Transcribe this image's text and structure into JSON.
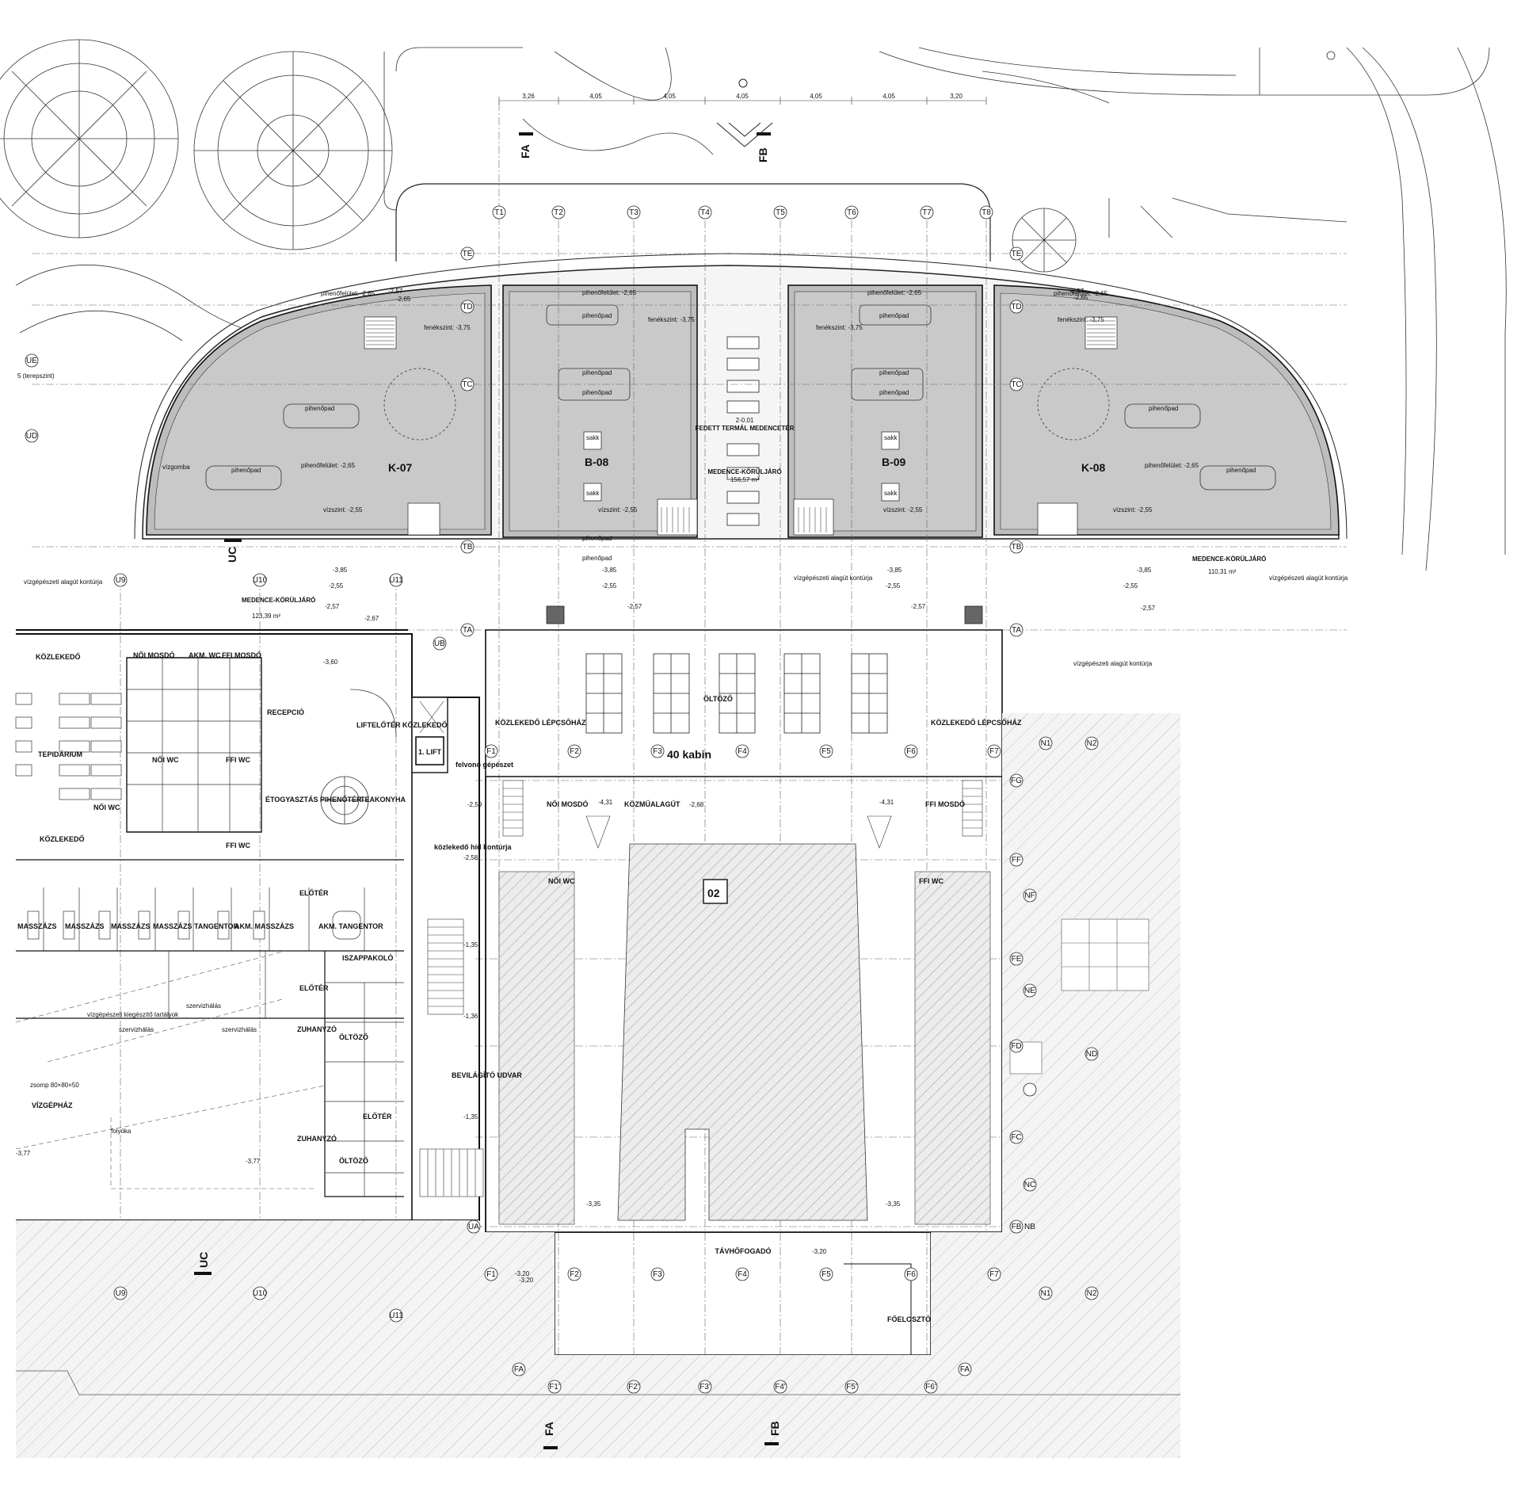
{
  "grid_top": [
    "T1",
    "T2",
    "T3",
    "T4",
    "T5",
    "T6",
    "T7",
    "T8"
  ],
  "grid_columns_f": [
    "F1",
    "F2",
    "F3",
    "F4",
    "F5",
    "F6",
    "F7"
  ],
  "grid_columns_f_prime": [
    "F1'",
    "F2'",
    "F3'",
    "F4'",
    "F5'",
    "F6'"
  ],
  "grid_columns_u": [
    "U9",
    "U10",
    "U11"
  ],
  "grid_rows_t": [
    "TE",
    "TD",
    "TC",
    "TB",
    "TA"
  ],
  "grid_rows_f": [
    "FG",
    "FF",
    "FE",
    "FD",
    "FC",
    "FB",
    "FA"
  ],
  "grid_rows_n": [
    "NE",
    "ND",
    "NC",
    "NB",
    "N1",
    "N2",
    "NF"
  ],
  "grid_rows_u": [
    "UB",
    "UA",
    "UC",
    "UE",
    "UD"
  ],
  "sections": {
    "fa": "FA",
    "fb": "FB",
    "uc": "UC"
  },
  "top_dims": [
    "3,26",
    "4,05",
    "4,05",
    "4,05",
    "4,05",
    "4,05",
    "3,20"
  ],
  "pools": {
    "k07": "K-07",
    "b08": "B-08",
    "b09": "B-09",
    "k08": "K-08",
    "pihenopad": "pihenőpad",
    "pihenofelulet": "pihenőfelület: -2,65",
    "fenekszint": "fenékszint: -3,75",
    "vizszint": "vízszint: -2,55",
    "sakk": "sakk",
    "vizgomba": "vízgomba"
  },
  "labels": {
    "covered": "FEDETT TERMÁL MEDENCETÉR",
    "covered_code": "2-0.01",
    "medence_korul": "MEDENCE-KÖRÜLJÁRÓ",
    "medence_korul_area1": "123,39 m²",
    "medence_korul_area2": "110,31 m²",
    "medence_korul_area3": "156,57 m²",
    "vizgepeszeti": "vízgépészeti alagút kontúrja",
    "lift": "1. LIFT",
    "kabin": "40 kabin",
    "room02": "02",
    "felvono": "felvonó gépészet",
    "kozlekedo_hid": "közlekedő híd kontúrja",
    "kozlekedo": "KÖZLEKEDŐ",
    "tepidarium": "TEPIDÁRIUM",
    "recepcio": "RECEPCIÓ",
    "etkezes": "ÉTOGYASZTÁS PIHENŐTÉR",
    "teakonyha": "TEAKONYHA",
    "lifteloter": "LIFTELŐTÉR KÖZLEKEDŐ",
    "noi_mosdo": "NŐI MOSDÓ",
    "ffi_mosdo": "FFI MOSDÓ",
    "noi_wc": "NŐI WC",
    "ffi_wc": "FFI WC",
    "akm_wc": "AKM. WC",
    "masszazs": "MASSZÁZS",
    "tangentor": "TANGENTOR",
    "akm_masszazs": "AKM. MASSZÁZS",
    "akm_tangentor": "AKM. TANGENTOR",
    "iszappakolo": "ISZAPPAKOLÓ",
    "eloter": "ELŐTÉR",
    "oltozo": "ÖLTÖZŐ",
    "zuhanyzo": "ZUHANYZÓ",
    "vizgephaz": "VÍZGÉPHÁZ",
    "zsomp": "zsomp 80×80×50",
    "folyoka": "folyóka",
    "vizgepeszeti_kiegeszito": "vízgépészeti kiegészítő tartályok",
    "szervizhalo": "szervizhálás",
    "bevilagito": "BEVILÁGÍTÓ UDVAR",
    "kozlekedo_lepcso": "KÖZLEKEDŐ LÉPCSŐHÁZ",
    "kozmualagut": "KÖZMŰALAGÚT",
    "tavhofogado": "TÁVHŐFOGADÓ",
    "foeloszto": "FŐELOSZTÓ",
    "oltozo_main": "ÖLTÖZŐ"
  },
  "levels": [
    "-2,57",
    "-2,65",
    "-3,60",
    "-3,85",
    "-2,55",
    "-2,67",
    "-2,59",
    "-4,31",
    "-2,68",
    "-3,35",
    "-3,20",
    "-1,35",
    "-1,36",
    "-3,77",
    "-2,58"
  ],
  "side_note": "5 (terepszint)"
}
